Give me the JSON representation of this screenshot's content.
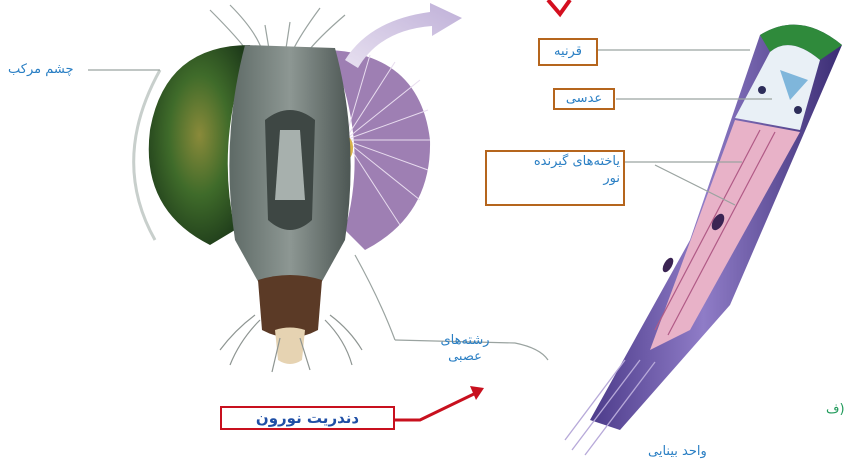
{
  "labels": {
    "compound_eye": "چشم مرکب",
    "cornea": "قرنیه",
    "lens": "عدسی",
    "photoreceptor_line1": "یاخته‌های گیرنده",
    "photoreceptor_line2": "نور",
    "nerve_fibers_line1": "رشته‌های",
    "nerve_fibers_line2": "عصبی",
    "dendrite_neuron": "دندریت نورون",
    "visual_unit": "واحد بینایی",
    "figure_tag": "ف)"
  },
  "colors": {
    "callout_box": "#b5651d",
    "highlight_box": "#c8101e",
    "label_text": "#2a7fc4",
    "eye_green": "#3f6b2a",
    "ommatidium_purple": "#6a4fa0"
  }
}
